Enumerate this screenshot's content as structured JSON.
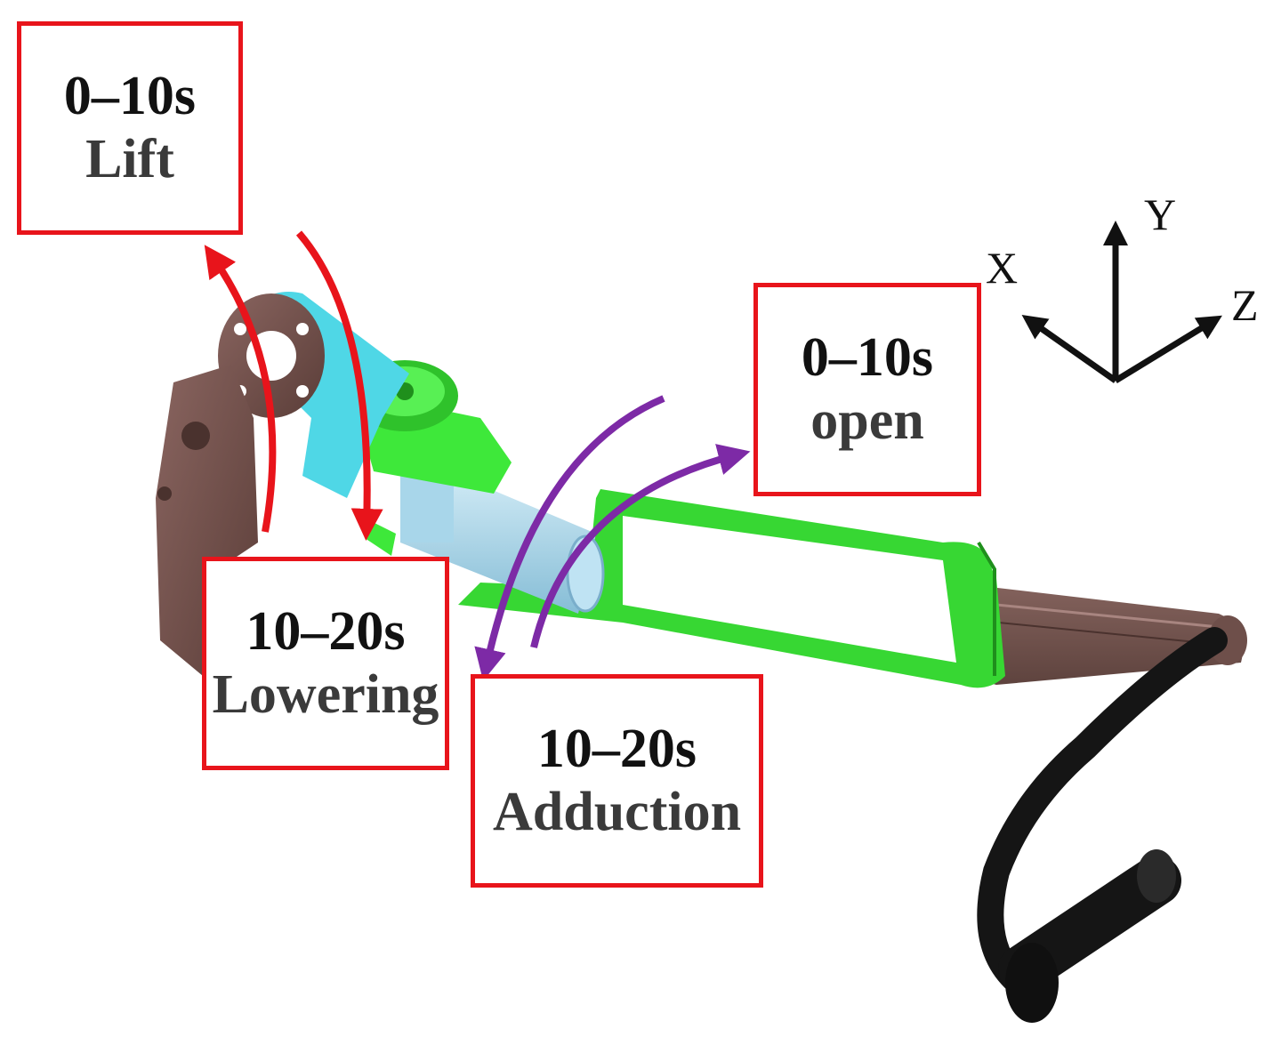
{
  "labels": {
    "lift": {
      "time": "0–10s",
      "action": "Lift"
    },
    "lowering": {
      "time": "10–20s",
      "action": "Lowering"
    },
    "open": {
      "time": "0–10s",
      "action": "open"
    },
    "adduction": {
      "time": "10–20s",
      "action": "Adduction"
    }
  },
  "axes": {
    "x": "X",
    "y": "Y",
    "z": "Z"
  },
  "colors": {
    "label_border": "#e8141b",
    "lift_lower_arrows": "#e8141b",
    "open_adduct_arrows": "#7d2aa6",
    "shoulder_part": "#6b4a45",
    "link_part": "#4fd7e6",
    "joint_part": "#3ee83a",
    "arm_part": "#3ee83a",
    "actuator_part": "#9fd2ea",
    "forearm_part": "#7a5650",
    "handle_part": "#151515"
  }
}
